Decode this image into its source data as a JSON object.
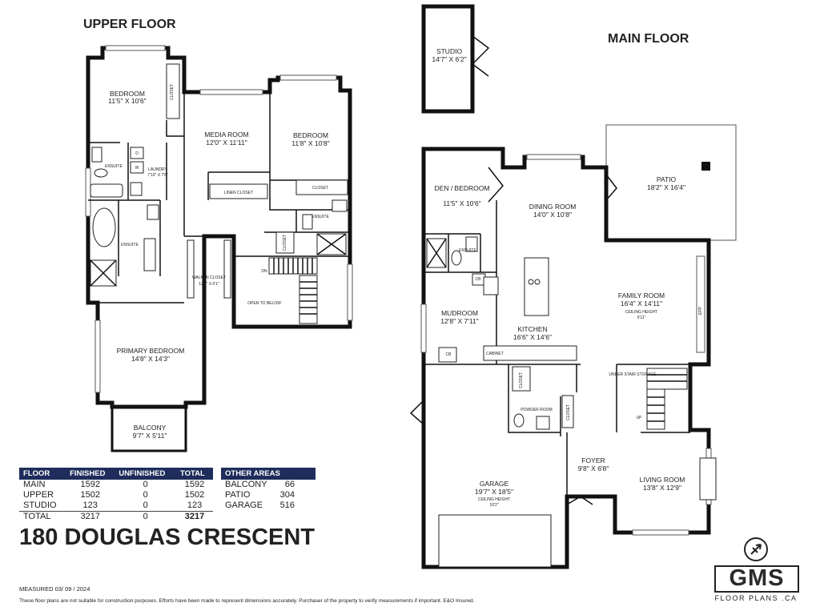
{
  "floors": {
    "upper": {
      "title": "UPPER FLOOR"
    },
    "main": {
      "title": "MAIN FLOOR"
    }
  },
  "rooms": {
    "upper_bedroom_1": {
      "name": "BEDROOM",
      "dim": "11'5\" X 10'6\""
    },
    "upper_closet_1": "CLOSET",
    "media_room": {
      "name": "MEDIA ROOM",
      "dim": "12'0\" X 11'11\""
    },
    "upper_bedroom_2": {
      "name": "BEDROOM",
      "dim": "11'8\" X 10'8\""
    },
    "ensuite_1": "ENSUITE",
    "laundry": {
      "name": "LAUNDRY",
      "dim": "7'10\" X 7'6\""
    },
    "washer": "W",
    "dryer": "D",
    "linen_closet": "LINEN CLOSET",
    "upper_closet_2": "CLOSET",
    "ensuite_2": "ENSUITE",
    "ensuite_3": "ENSUITE",
    "upper_closet_3": "CLOSET",
    "walk_in_closet": {
      "name": "WALK-IN CLOSET",
      "dim": "12'3\" X 6'1\""
    },
    "stair_dn": "DN",
    "open_to_below": "OPEN TO BELOW",
    "primary_bedroom": {
      "name": "PRIMARY BEDROOM",
      "dim": "14'8\" X 14'3\""
    },
    "balcony": {
      "name": "BALCONY",
      "dim": "9'7\" X 5'11\""
    },
    "studio": {
      "name": "STUDIO",
      "dim": "14'7\" X 6'2\""
    },
    "den": {
      "name": "DEN / BEDROOM",
      "dim": "11'5\" X 10'6\""
    },
    "dining_room": {
      "name": "DINING ROOM",
      "dim": "14'0\" X 10'8\""
    },
    "patio": {
      "name": "PATIO",
      "dim": "18'2\" X 16'4\""
    },
    "main_ensuite": "ENSUITE",
    "cb_1": "CB",
    "cb_2": "CB",
    "mudroom": {
      "name": "MUDROOM",
      "dim": "12'8\" X 7'11\""
    },
    "kitchen": {
      "name": "KITCHEN",
      "dim": "16'6\" X 14'6\""
    },
    "cabinet": "CABINET",
    "family_room": {
      "name": "FAMILY ROOM",
      "dim": "16'4\" X 14'11\"",
      "note": "CEILING HEIGHT",
      "note_value": "9'11\""
    },
    "efp": "EFP",
    "under_stair_storage": "UNDER STAIR STORAGE",
    "main_closet_1": "CLOSET",
    "powder_room": "POWDER ROOM",
    "main_closet_2": "CLOSET",
    "stair_up": "UP",
    "foyer": {
      "name": "FOYER",
      "dim": "9'8\" X 6'8\""
    },
    "living_room": {
      "name": "LIVING ROOM",
      "dim": "13'8\" X 12'9\""
    },
    "garage": {
      "name": "GARAGE",
      "dim": "19'7\" X 18'5\"",
      "note": "CEILING HEIGHT",
      "note_value": "10'2\""
    }
  },
  "summary_table": {
    "headers": [
      "FLOOR",
      "FINISHED",
      "UNFINISHED",
      "TOTAL"
    ],
    "rows": [
      [
        "MAIN",
        "1592",
        "0",
        "1592"
      ],
      [
        "UPPER",
        "1502",
        "0",
        "1502"
      ],
      [
        "STUDIO",
        "123",
        "0",
        "123"
      ]
    ],
    "total_row": [
      "TOTAL",
      "3217",
      "0",
      "3217"
    ]
  },
  "other_areas": {
    "header": "OTHER AREAS",
    "rows": [
      [
        "BALCONY",
        "66"
      ],
      [
        "PATIO",
        "304"
      ],
      [
        "GARAGE",
        "516"
      ]
    ]
  },
  "address": "180 DOUGLAS CRESCENT",
  "measured": "MEASURED    03/ 09 / 2024",
  "disclaimer": "These floor plans are not suitable for construction purposes. Efforts have been made to represent dimensions accurately.  Purchaser of the property to verify measurements if important.  E&O Insured.",
  "logo": {
    "letters": "GMS",
    "sub": "FLOOR PLANS .CA"
  }
}
